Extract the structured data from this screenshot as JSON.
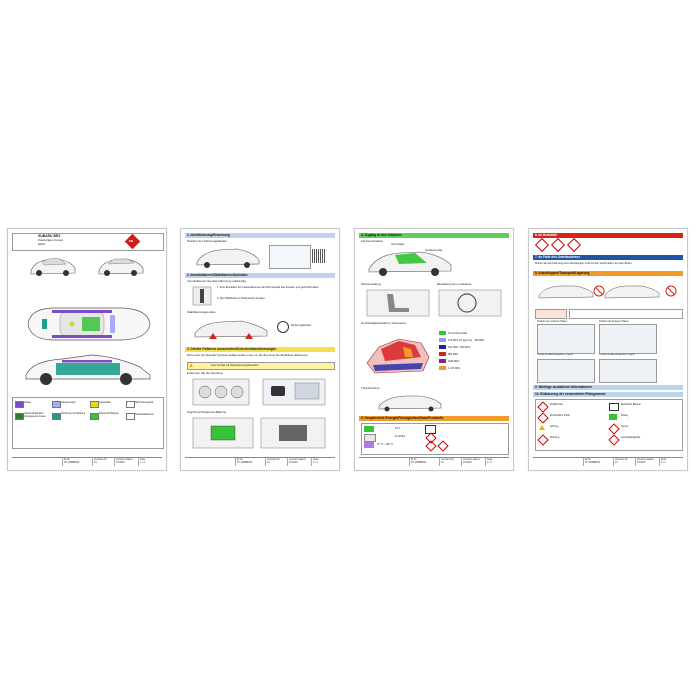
{
  "sheet1": {
    "brand": "SUBARU BRZ",
    "model": "Zweitüriges Coupé",
    "year": "2023-",
    "badge": "EN",
    "legend": [
      {
        "label": "Airbag",
        "color": "#7a4fc4"
      },
      {
        "label": "Gasgenerator",
        "color": "#a9a9ff"
      },
      {
        "label": "Gurtstraffer",
        "color": "#e8e000"
      },
      {
        "label": "SRS Steuergerät",
        "color": "#ffffff"
      },
      {
        "label": "Gasdruckdämpfer / Vorgespannte Feder",
        "color": "#2f7f2f"
      },
      {
        "label": "Hochfeste Verstärkung",
        "color": "#1d9e8a"
      },
      {
        "label": "Niedervolt Batterie",
        "color": "#38c238"
      },
      {
        "label": "Tankeinfüllstutzen",
        "color": "#ffffff"
      }
    ],
    "footer": [
      "ID Nr.",
      "Versions-Nr.",
      "Versions-Datum",
      "Seite"
    ],
    "footer_values": [
      "JP-11MBB002",
      "01",
      "07/2022",
      "1 / 4"
    ]
  },
  "sheet2": {
    "sections": [
      "1. Identifizierung/Erkennung",
      "2. Immobilisieren/Stabilisieren/Anheben",
      "3. Direkte Gefahren ausschalten/Sicherheitsbestimmungen"
    ],
    "subs": [
      "Position der Fahrzeugplakette",
      "Immobilisieren Sie das Fahrzeug vollständig",
      "Stabilisierungspunkte",
      "Wenn einer der folgenden Systeme betätigt werden muss, tun Sie dies bevor Sie die Batterie abklemmen.",
      "Entfernen Sie die Zündung",
      "Zugriff auf Niedervolt-Batterie"
    ],
    "notes": [
      "1. Zum Einstellen der Feststellbremse den Bremspedal fest drücken und gedrückt halten.",
      "2. Den Wählhebel in Parkposition bringen.",
      "Rettungskarten"
    ],
    "warning": "Kein Kontakt mit Hochspannungsbauteilen!",
    "footer_values": [
      "JP-11MBB002",
      "01",
      "07/2022",
      "2 / 4"
    ]
  },
  "sheet3": {
    "sections": [
      "4. Zugang zu den Insassen",
      "5. Gespeicherte Energie/Flüssigkeiten/Gase/Feststoffe"
    ],
    "subs": [
      "Fensterscheiben",
      "Sitzverstellung",
      "Einstellung der Lenksäule",
      "Hochfestigkeitsstahl in Karosserie",
      "Türscharniere"
    ],
    "glass": [
      "Verbundglas",
      "Gehärtetes Glas"
    ],
    "steel": [
      {
        "label": "Konventionsstahl",
        "color": "#2ec52e"
      },
      {
        "label": "270 MPa (27 kg/mm²) - 780 MPa",
        "color": "#9a9ad6"
      },
      {
        "label": "440 MPa - 590 MPa",
        "color": "#1b24a8"
      },
      {
        "label": "980 MPa",
        "color": "#d62222"
      },
      {
        "label": "1180 MPa",
        "color": "#7d2a7d"
      },
      {
        "label": "1 470 MPa",
        "color": "#f29b29"
      }
    ],
    "energy": [
      {
        "label": "12 V"
      },
      {
        "label": "R-1234yf"
      },
      {
        "label": "97 °C - 106 °C"
      }
    ],
    "footer_values": [
      "JP-11MBB002",
      "01",
      "07/2022",
      "3 / 4"
    ]
  },
  "sheet4": {
    "sections": [
      "6. Im Brandfall",
      "7. Im Falle des Untertauchens",
      "8. Abschleppen/Transport/Lagerung",
      "9. Wichtige zusätzliche Informationen",
      "10. Erläuterung der verwendeten Piktogramme"
    ],
    "notes": [
      "Ziehen Sie das Fahrzeug beim Abschleppen nicht mit den Vorderrädern auf dem Boden.",
      "Position der vorderen Haken",
      "Position der hinteren Haken",
      "Position der Abschlepphaken (Typ A)",
      "Position der Abschlepphaken (Typ B)"
    ],
    "picto": [
      {
        "label": "Entflammbar",
        "color": "#ffffff"
      },
      {
        "label": "Elektrische Batterie",
        "color": "#ffffff"
      },
      {
        "label": "Entzündliche Stoffe",
        "color": "#ffffff"
      },
      {
        "label": "Airbag",
        "color": "#ffffff"
      },
      {
        "label": "Achtung",
        "color": "#ffffff"
      },
      {
        "label": "Ätzend",
        "color": "#ffffff"
      },
      {
        "label": "Warnung",
        "color": "#ffffff"
      },
      {
        "label": "Gesundheitsgefahr",
        "color": "#ffffff"
      }
    ],
    "footer_values": [
      "JP-11MBB002",
      "01",
      "07/2022",
      "4 / 4"
    ]
  }
}
